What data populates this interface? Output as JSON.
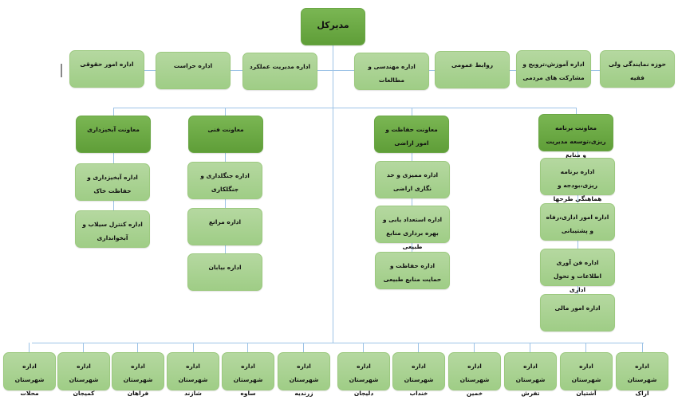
{
  "colors": {
    "box": "#a9d18e",
    "box_dark": "#70ad47",
    "connector": "#9dc3e6"
  },
  "head": "مدیرکل",
  "staff": [
    "اداره امور حقوقی",
    "اداره حراست",
    "اداره مدیریت عملکرد",
    "اداره مهندسی و مطالعات",
    "روابط عمومی",
    "اداره  آموزش،ترویج و مشارکت های مردمی",
    "حوزه نمایندگی ولی فقیه"
  ],
  "deputies": [
    {
      "title": "معاونت آبخیزداری",
      "units": [
        "اداره  آبخیزداری و حفاظت خاک",
        "اداره کنترل سیلاب و آبخوانداری"
      ]
    },
    {
      "title": "معاونت فنی",
      "units": [
        "اداره جنگلداری و جنگلکاری",
        "اداره مراتع",
        "اداره بیابان"
      ]
    },
    {
      "title": "معاونت حفاظت و امور اراضی",
      "units": [
        "اداره ممیزی و حد نگاری اراضی",
        "اداره استعداد یابی و بهره برداری منابع طبیعی",
        "اداره حفاظت و حمایت منابع طبیعی"
      ]
    },
    {
      "title": "معاونت برنامه ریزی،توسعه مدیریت و منابع",
      "units": [
        "اداره برنامه ریزی،بودجه و هماهنگی طرحها",
        "اداره امور اداری،رفاه و پشتیبانی",
        "اداره فن آوری اطلاعات و تحول اداری",
        "اداره امور مالی"
      ]
    }
  ],
  "counties": [
    "اداره شهرستان محلات",
    "اداره شهرستان کمیجان",
    "اداره شهرستان فراهان",
    "اداره شهرستان شازند",
    "اداره شهرستان ساوه",
    "اداره شهرستان زرندیه",
    "اداره شهرستان دلیجان",
    "اداره شهرستان خنداب",
    "اداره شهرستان خمین",
    "اداره شهرستان تفرش",
    "اداره شهرستان آشتیان",
    "اداره شهرستان اراک"
  ]
}
